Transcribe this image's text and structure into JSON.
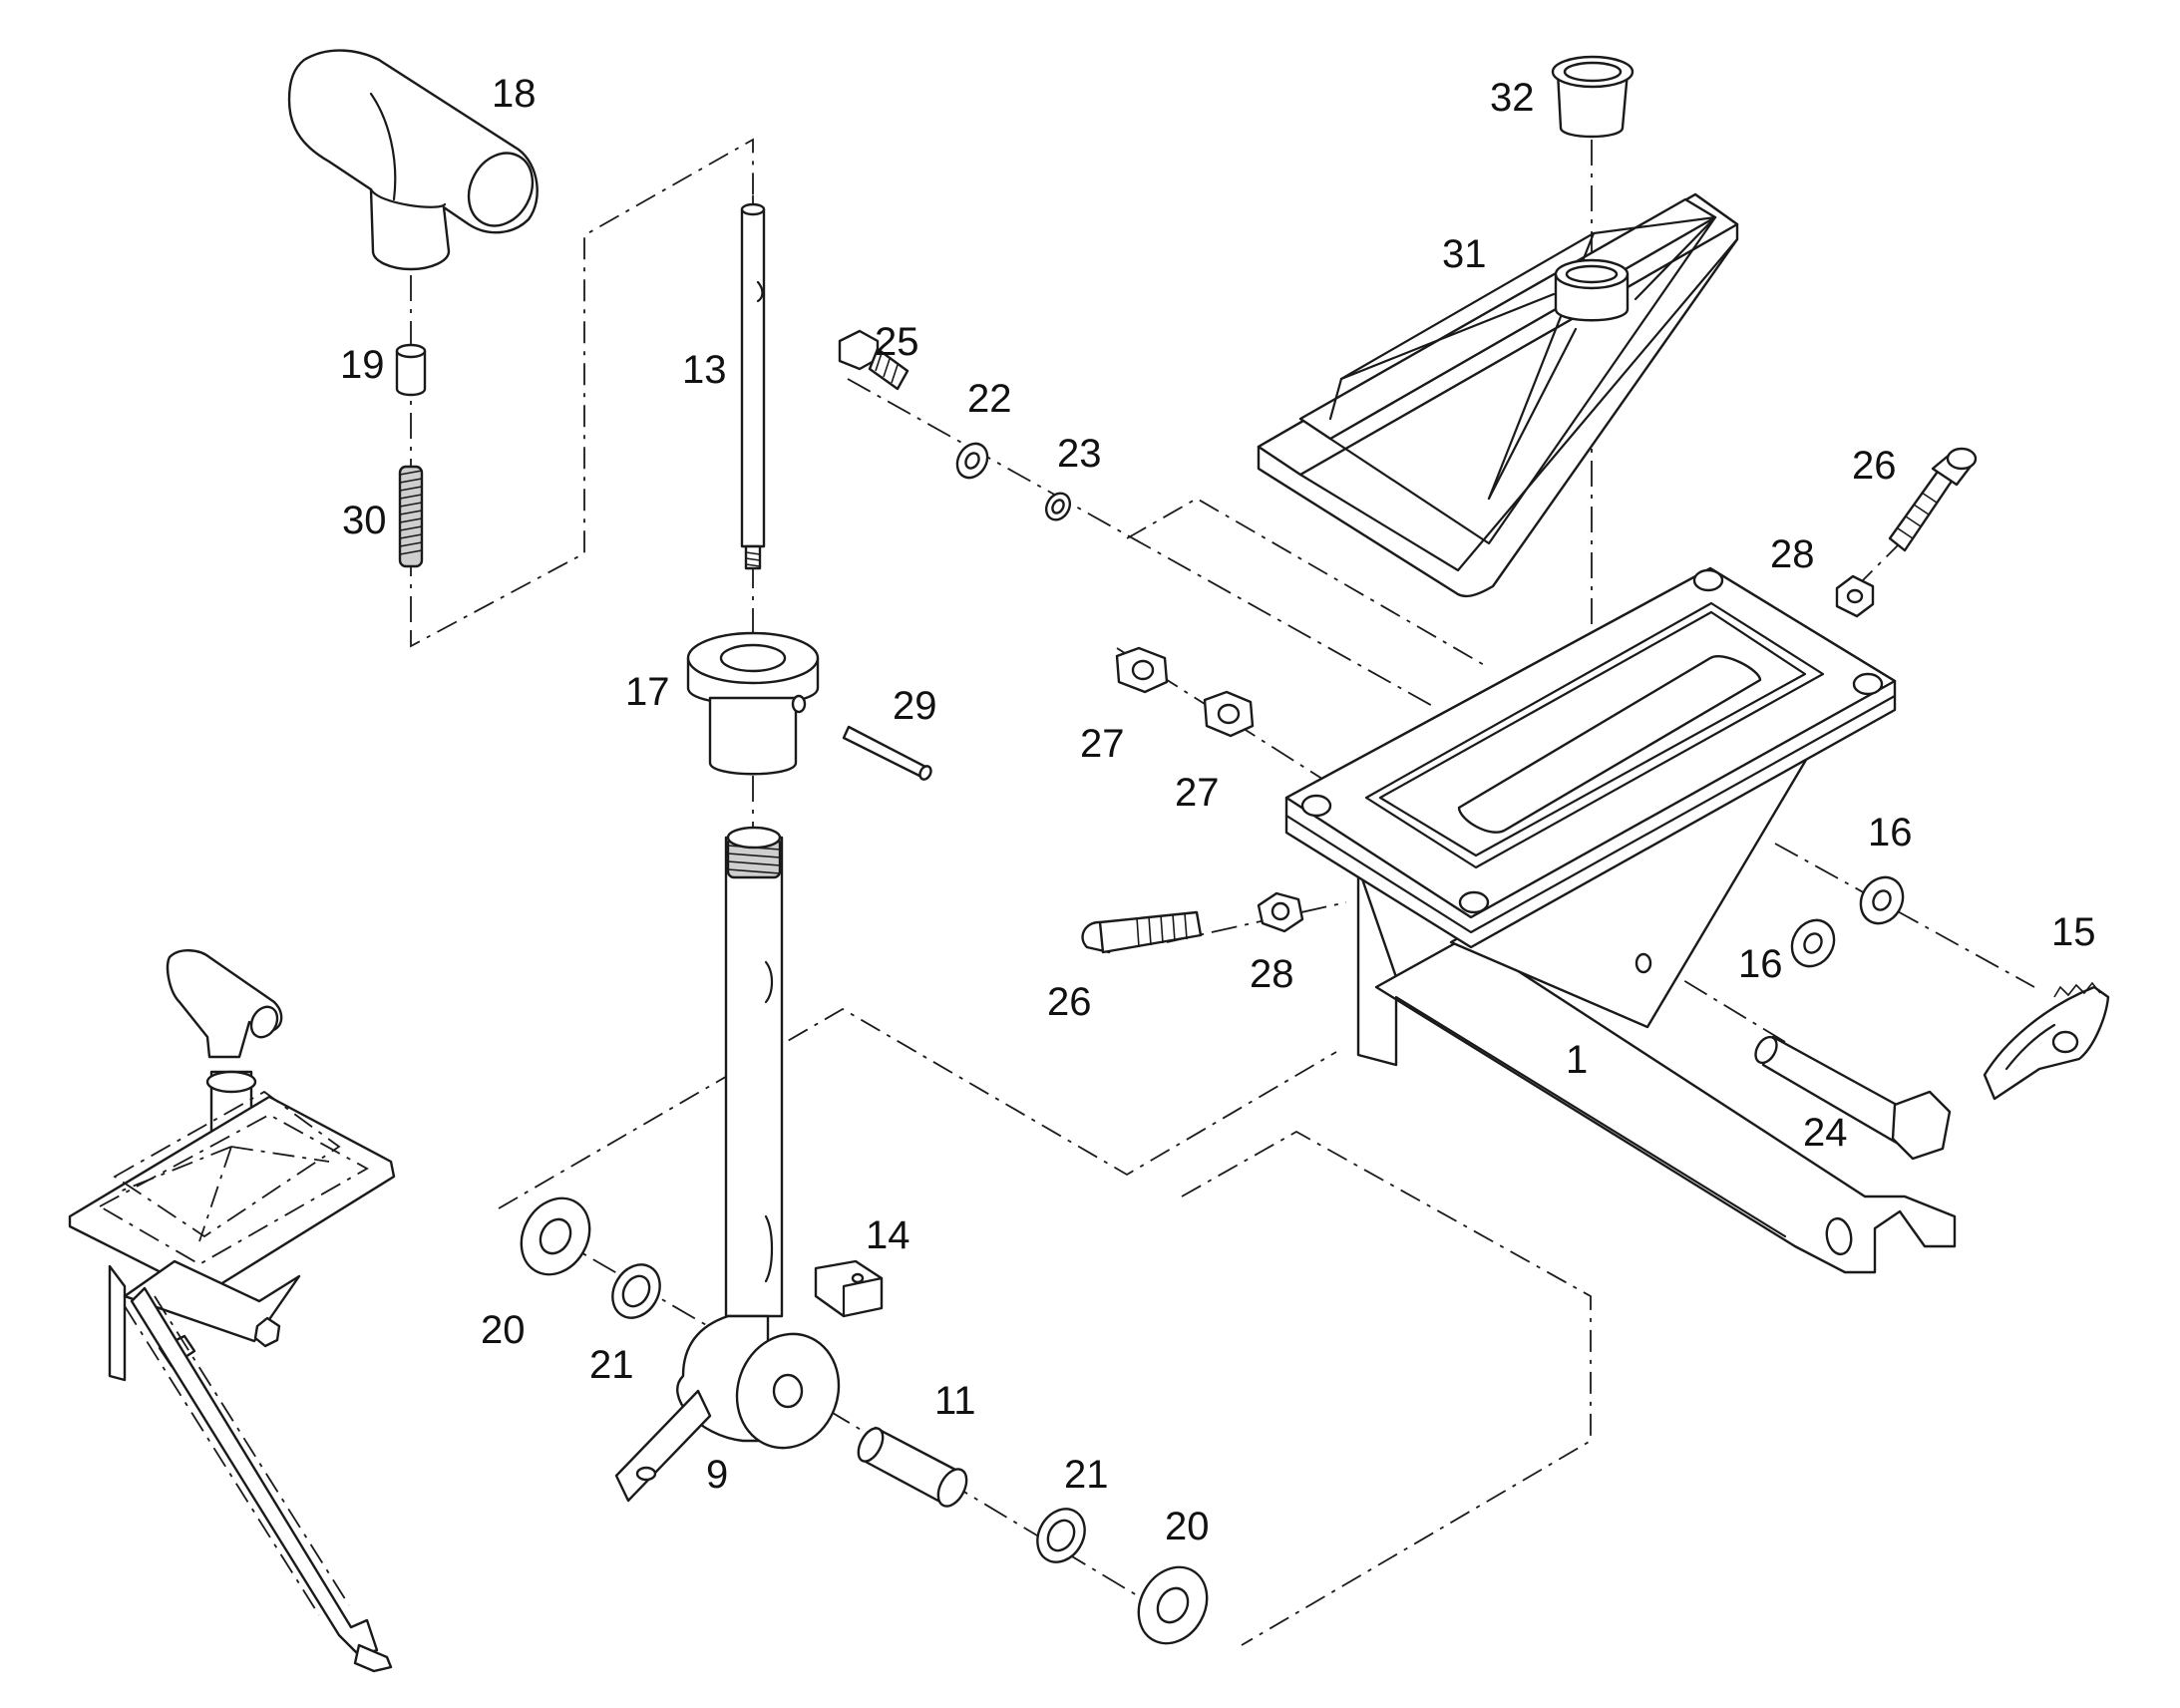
{
  "diagram": {
    "type": "exploded-parts-drawing",
    "part_numbers": {
      "p18": "18",
      "p19": "19",
      "p30": "30",
      "p13": "13",
      "p17": "17",
      "p29": "29",
      "p25": "25",
      "p22": "22",
      "p23": "23",
      "p32": "32",
      "p31": "31",
      "p26a": "26",
      "p28a": "28",
      "p27a": "27",
      "p27b": "27",
      "p26b": "26",
      "p28b": "28",
      "p16a": "16",
      "p16b": "16",
      "p15": "15",
      "p1": "1",
      "p24": "24",
      "p14": "14",
      "p20a": "20",
      "p21a": "21",
      "p11": "11",
      "p9": "9",
      "p21b": "21",
      "p20b": "20"
    },
    "colors": {
      "line": "#1a1a1a",
      "background": "#ffffff",
      "shade": "#cfcfcf"
    }
  }
}
